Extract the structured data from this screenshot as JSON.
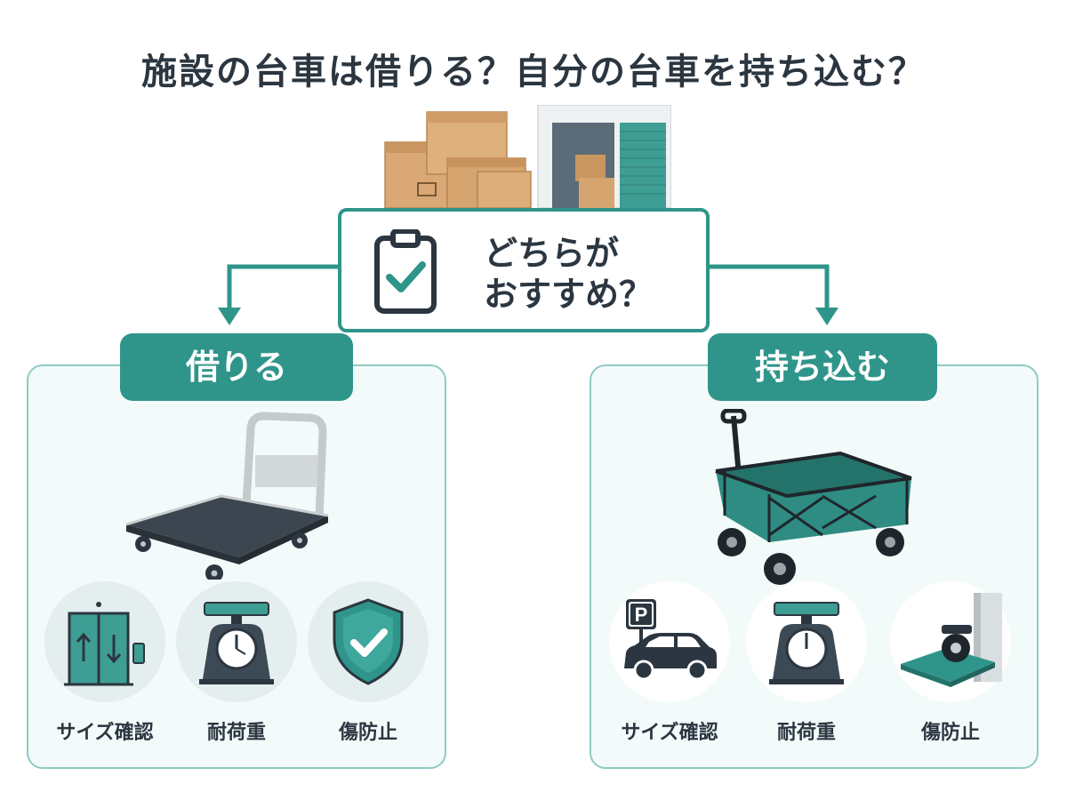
{
  "title": "施設の台車は借りる？自分の台車を持ち込む？",
  "center": {
    "line1": "どちらが",
    "line2": "おすすめ？"
  },
  "left": {
    "heading": "借りる",
    "features": [
      {
        "label": "サイズ確認",
        "icon": "elevator-icon"
      },
      {
        "label": "耐荷重",
        "icon": "scale-icon"
      },
      {
        "label": "傷防止",
        "icon": "shield-check-icon"
      }
    ]
  },
  "right": {
    "heading": "持ち込む",
    "features": [
      {
        "label": "サイズ確認",
        "icon": "parking-car-icon"
      },
      {
        "label": "耐荷重",
        "icon": "scale-icon"
      },
      {
        "label": "傷防止",
        "icon": "floor-protector-icon"
      }
    ]
  },
  "badge_letter": "P",
  "colors": {
    "accent": "#2f958a",
    "panel_border": "#8ecbc4",
    "panel_bg": "#f3fafa",
    "text": "#2b3640"
  }
}
